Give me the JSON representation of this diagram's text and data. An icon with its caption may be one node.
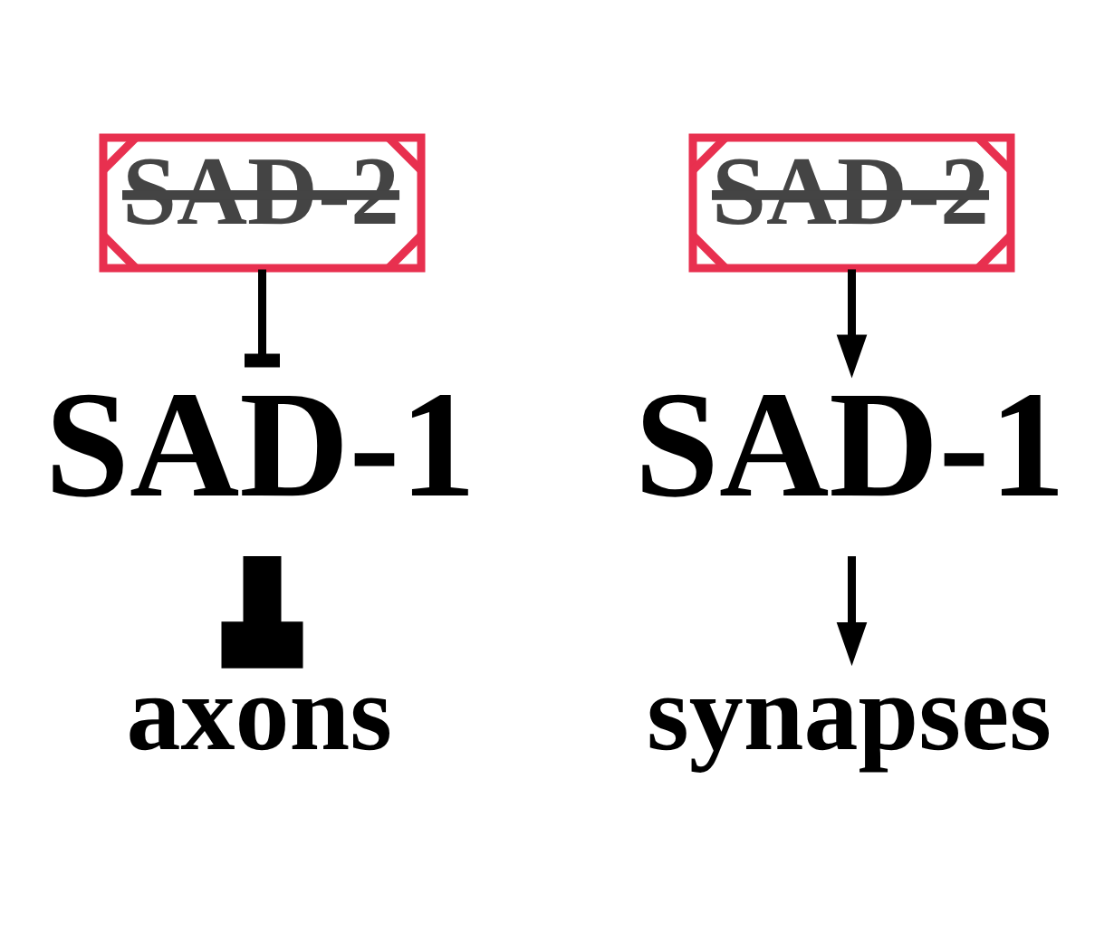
{
  "diagram": {
    "nodes": [
      {
        "text": [
          "SAD-2"
        ]
      },
      {
        "text": [
          "SAD-1"
        ]
      },
      {
        "text": [
          "axons"
        ]
      },
      {
        "text": [
          "SAD-2"
        ]
      },
      {
        "text": [
          "SAD-1"
        ]
      },
      {
        "text": [
          "synapses"
        ]
      }
    ],
    "edges": [
      {
        "from": 0,
        "to": 1,
        "arrow": "other"
      },
      {
        "from": 1,
        "to": 2,
        "arrow": "other",
        "style": "thick"
      },
      {
        "from": 3,
        "to": 4,
        "arrow": "to"
      },
      {
        "from": 4,
        "to": 5,
        "arrow": "to"
      }
    ]
  }
}
